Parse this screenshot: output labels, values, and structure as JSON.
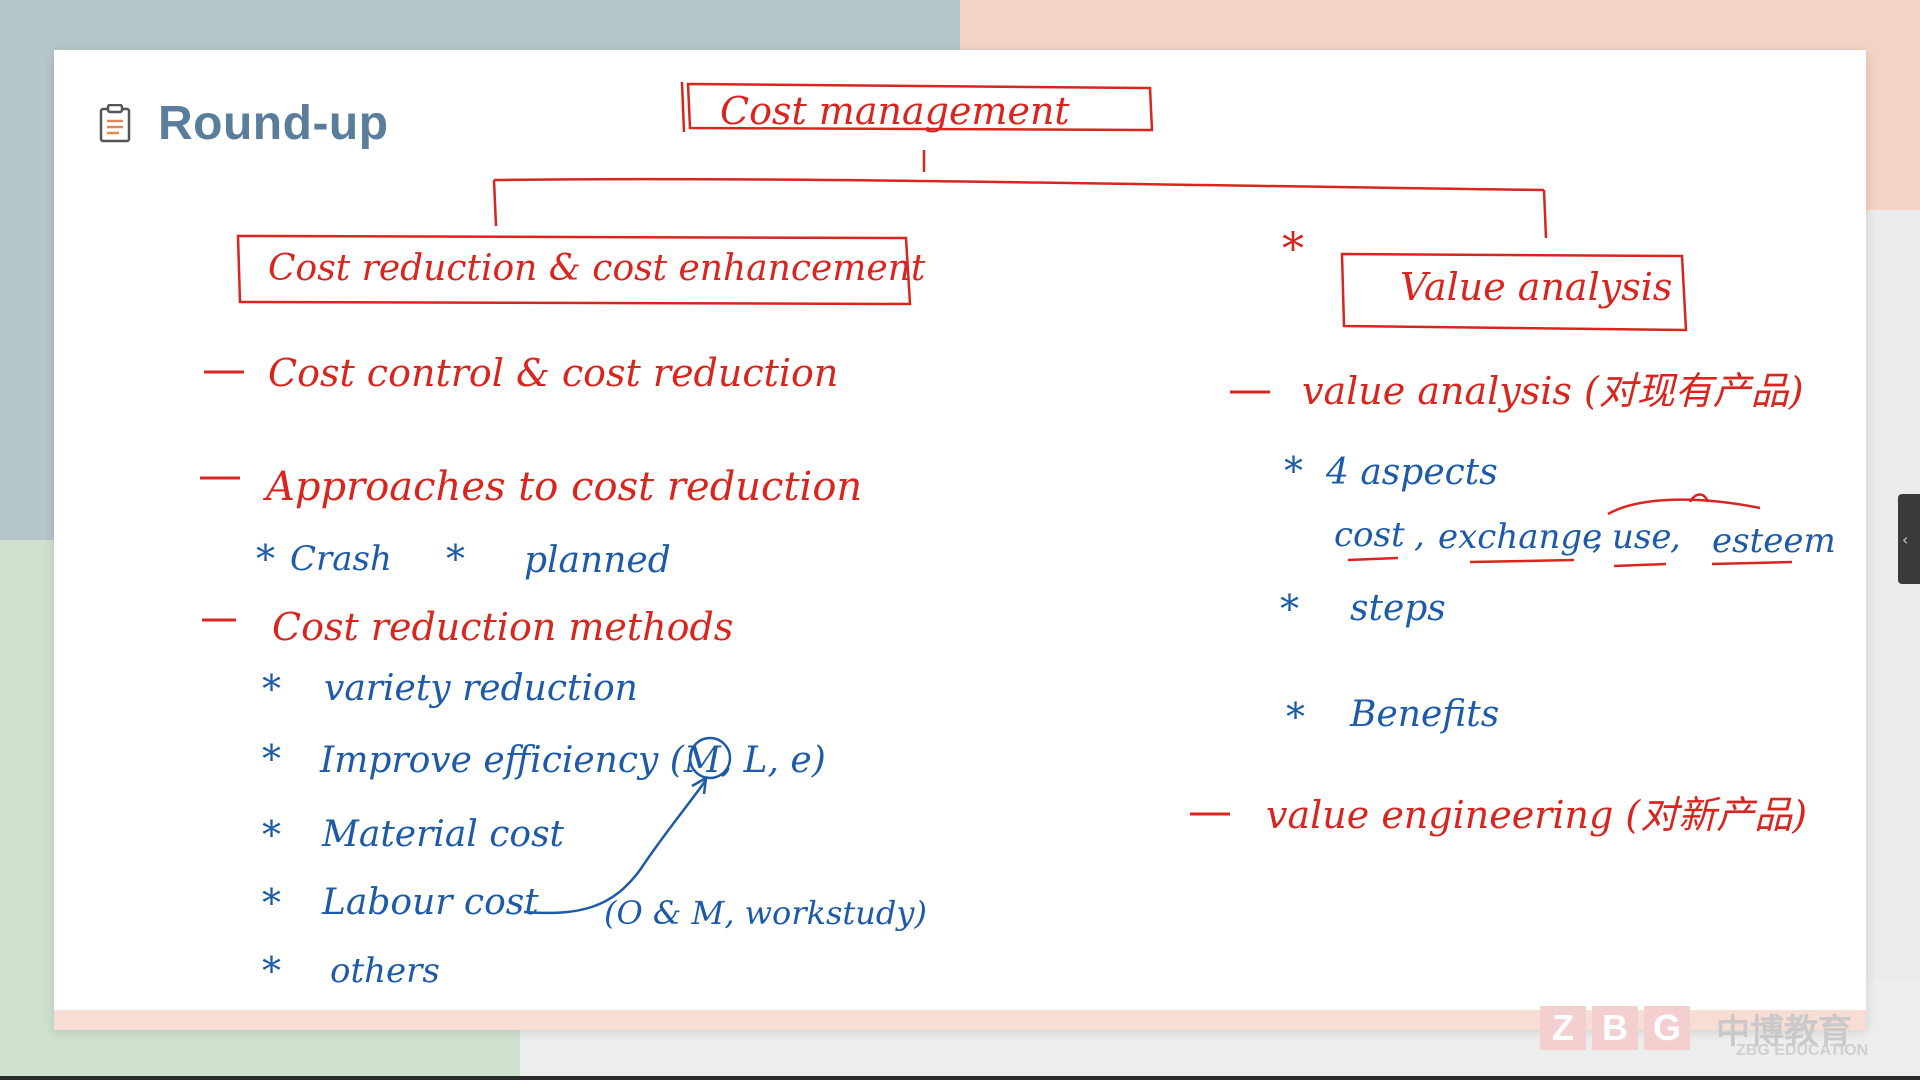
{
  "slide": {
    "title": "Round-up",
    "title_icon": "clipboard-icon"
  },
  "notes": {
    "root": "Cost management",
    "left": {
      "heading": "Cost reduction & cost enhancement",
      "item1": "Cost control & cost reduction",
      "item2": "Approaches to cost reduction",
      "approach1": "Crash",
      "approach2": "planned",
      "item3": "Cost reduction methods",
      "method1": "variety reduction",
      "method2": "Improve efficiency (M, L, e)",
      "method3": "Material cost",
      "method4": "Labour cost",
      "method4_note": "(O & M, workstudy)",
      "method5": "others"
    },
    "right": {
      "heading": "Value analysis",
      "item1": "value analysis (对现有产品)",
      "aspects": "4 aspects",
      "aspect_cost": "cost",
      "aspect_exchange": "exchange",
      "aspect_use": "use",
      "aspect_esteem": "esteem",
      "steps": "steps",
      "benefits": "Benefits",
      "item2": "value engineering (对新产品)"
    }
  },
  "watermark": {
    "letters": [
      "Z",
      "B",
      "G"
    ],
    "brand": "中博教育",
    "sub": "ZBG EDUCATION"
  },
  "colors": {
    "red_ink": "#d8261f",
    "blue_ink": "#1d5aa8",
    "title": "#5b7d9c"
  }
}
